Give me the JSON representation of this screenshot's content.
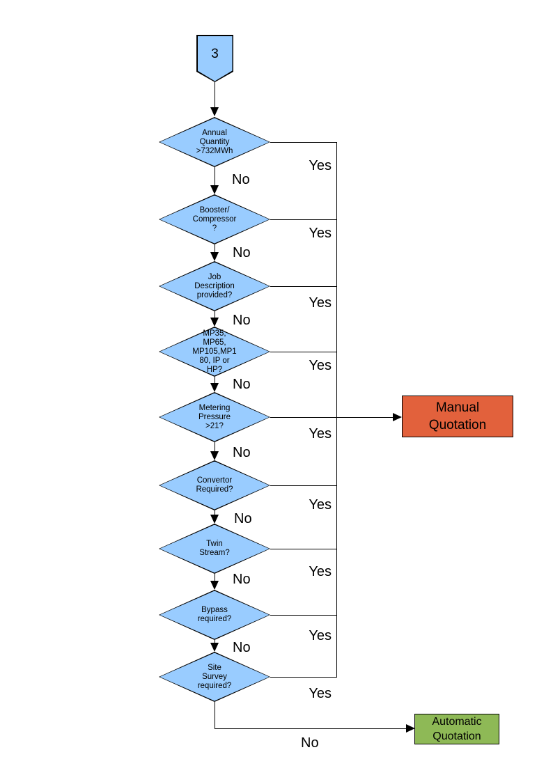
{
  "colors": {
    "node_fill": "#99CCFF",
    "manual_fill": "#E2613C",
    "auto_fill": "#8EB956",
    "line": "#000000"
  },
  "connector": {
    "label": "3"
  },
  "decisions": [
    {
      "id": "annual-quantity",
      "label": "Annual\nQuantity\n>732MWh",
      "yes_label": "Yes",
      "no_label": "No"
    },
    {
      "id": "booster-compressor",
      "label": "Booster/\nCompressor\n?",
      "yes_label": "Yes",
      "no_label": "No"
    },
    {
      "id": "job-description",
      "label": "Job\nDescription\nprovided?",
      "yes_label": "Yes",
      "no_label": "No"
    },
    {
      "id": "meter-type",
      "label": "MP35,\nMP65,\nMP105,MP1\n80, IP or\nHP?",
      "yes_label": "Yes",
      "no_label": "No"
    },
    {
      "id": "metering-pressure",
      "label": "Metering\nPressure\n>21?",
      "yes_label": "Yes",
      "no_label": "No"
    },
    {
      "id": "convertor-required",
      "label": "Convertor\nRequired?",
      "yes_label": "Yes",
      "no_label": "No"
    },
    {
      "id": "twin-stream",
      "label": "Twin\nStream?",
      "yes_label": "Yes",
      "no_label": "No"
    },
    {
      "id": "bypass-required",
      "label": "Bypass\nrequired?",
      "yes_label": "Yes",
      "no_label": "No"
    },
    {
      "id": "site-survey",
      "label": "Site\nSurvey\nrequired?",
      "yes_label": "Yes",
      "no_label": "No"
    }
  ],
  "outcomes": {
    "manual": {
      "label": "Manual\nQuotation"
    },
    "automatic": {
      "label": "Automatic\nQuotation"
    }
  }
}
